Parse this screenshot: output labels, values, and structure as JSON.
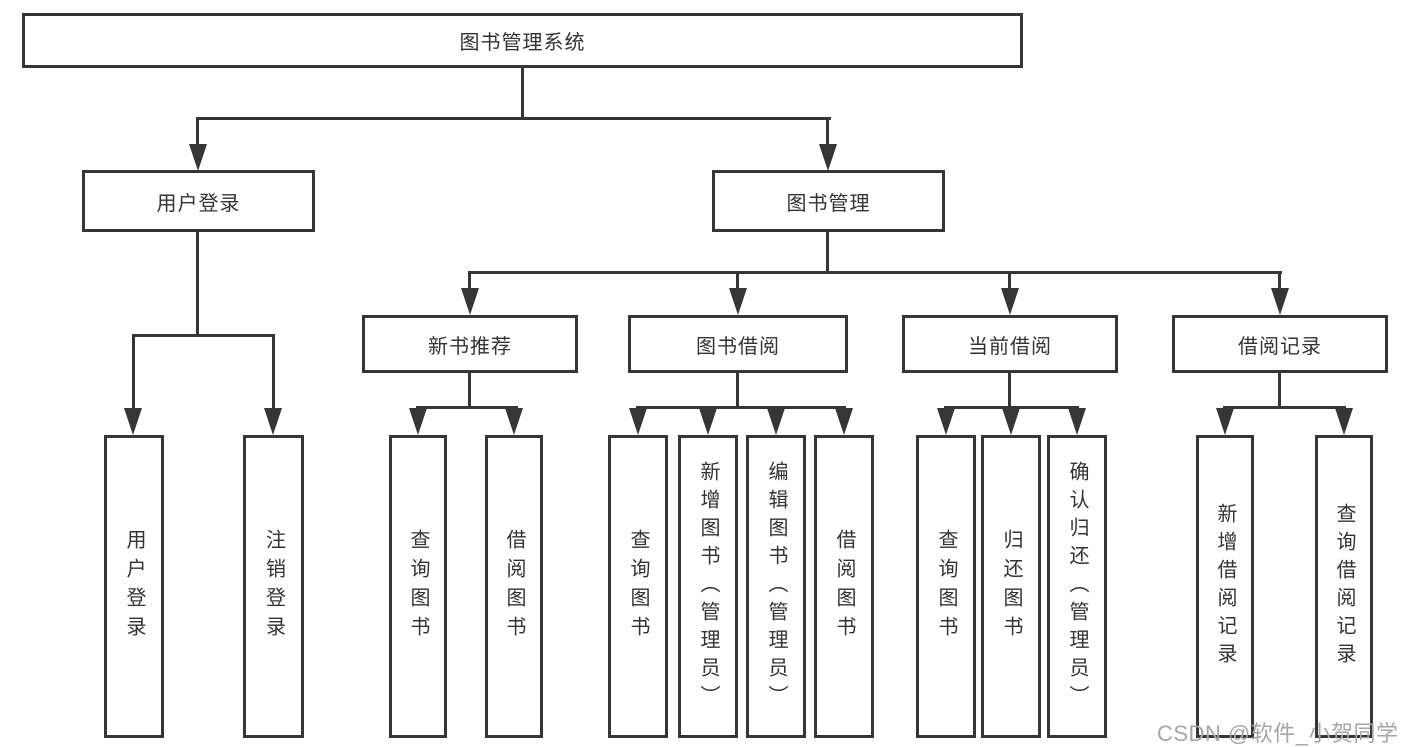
{
  "diagram": {
    "watermark": "CSDN @软件_小贺同学",
    "colors": {
      "line": "#363636",
      "text": "#333333",
      "background": "#ffffff",
      "watermark": "#a6a6a6"
    },
    "nodes": {
      "root": {
        "label": "图书管理系统"
      },
      "user_login": {
        "label": "用户登录"
      },
      "book_mgmt": {
        "label": "图书管理"
      },
      "new_book_rec": {
        "label": "新书推荐"
      },
      "book_borrow": {
        "label": "图书借阅"
      },
      "current_borrow": {
        "label": "当前借阅"
      },
      "borrow_records": {
        "label": "借阅记录"
      },
      "leaf_user_login": {
        "label": "用户登录"
      },
      "leaf_logout": {
        "label": "注销登录"
      },
      "leaf_query_books_recommend": {
        "label": "查询图书"
      },
      "leaf_borrow_books_recommend": {
        "label": "借阅图书"
      },
      "leaf_query_books_borrow": {
        "label": "查询图书"
      },
      "leaf_add_books_admin": {
        "label": "新增图书（管理员）"
      },
      "leaf_edit_books_admin": {
        "label": "编辑图书（管理员）"
      },
      "leaf_borrow_books_borrow": {
        "label": "借阅图书"
      },
      "leaf_query_books_current": {
        "label": "查询图书"
      },
      "leaf_return_books": {
        "label": "归还图书"
      },
      "leaf_confirm_return_admin": {
        "label": "确认归还（管理员）"
      },
      "leaf_add_borrow_record": {
        "label": "新增借阅记录"
      },
      "leaf_query_borrow_record": {
        "label": "查询借阅记录"
      }
    }
  }
}
